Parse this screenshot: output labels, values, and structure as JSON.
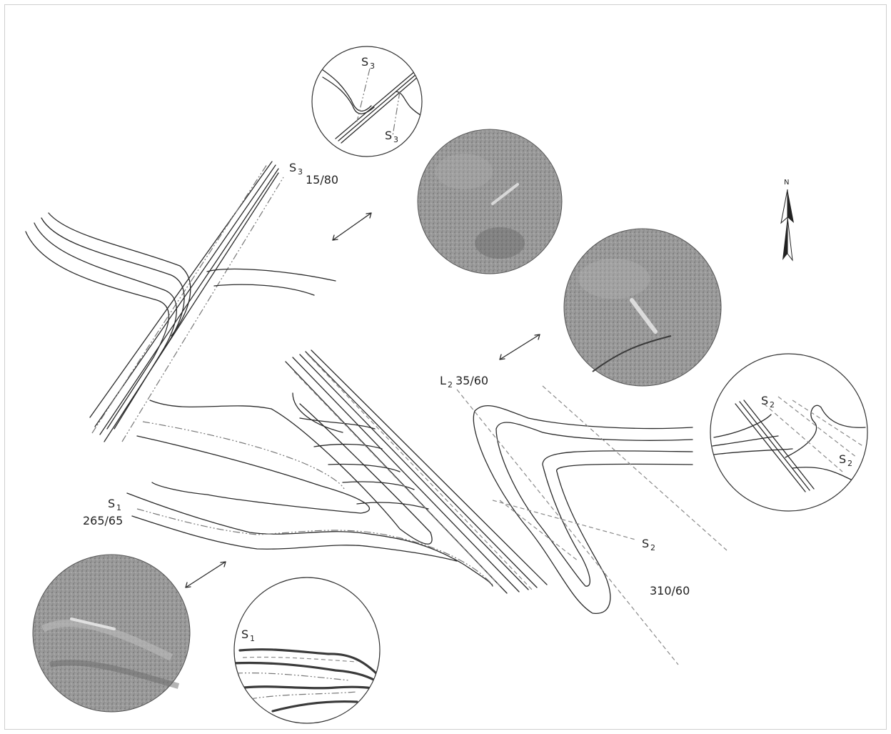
{
  "labels": {
    "s3_main": {
      "letter": "S",
      "sub": "3",
      "value": "15/80"
    },
    "s3_inset_top": {
      "letter": "S",
      "sub": "3"
    },
    "s3_inset_bottom": {
      "letter": "S",
      "sub": "3"
    },
    "l2": {
      "letter": "L",
      "sub": "2",
      "value": "35/60"
    },
    "s2_main": {
      "letter": "S",
      "sub": "2"
    },
    "s2_value": "310/60",
    "s2_inset_top": {
      "letter": "S",
      "sub": "2"
    },
    "s2_inset_bottom": {
      "letter": "S",
      "sub": "2"
    },
    "s1_main": {
      "letter": "S",
      "sub": "1",
      "value": "265/65"
    },
    "s1_inset": {
      "letter": "S",
      "sub": "1"
    }
  },
  "north_arrow": {
    "label": "N"
  },
  "colors": {
    "line": "#2a2a2a",
    "dashed": "#8a8a8a",
    "photo": "#8c8c8c"
  },
  "photos": [
    {
      "name": "photo-s3-outcrop",
      "tone": "#8f8f8f"
    },
    {
      "name": "photo-l2-outcrop",
      "tone": "#9a9a9a"
    },
    {
      "name": "photo-s1-outcrop",
      "tone": "#8c8c8c"
    }
  ]
}
